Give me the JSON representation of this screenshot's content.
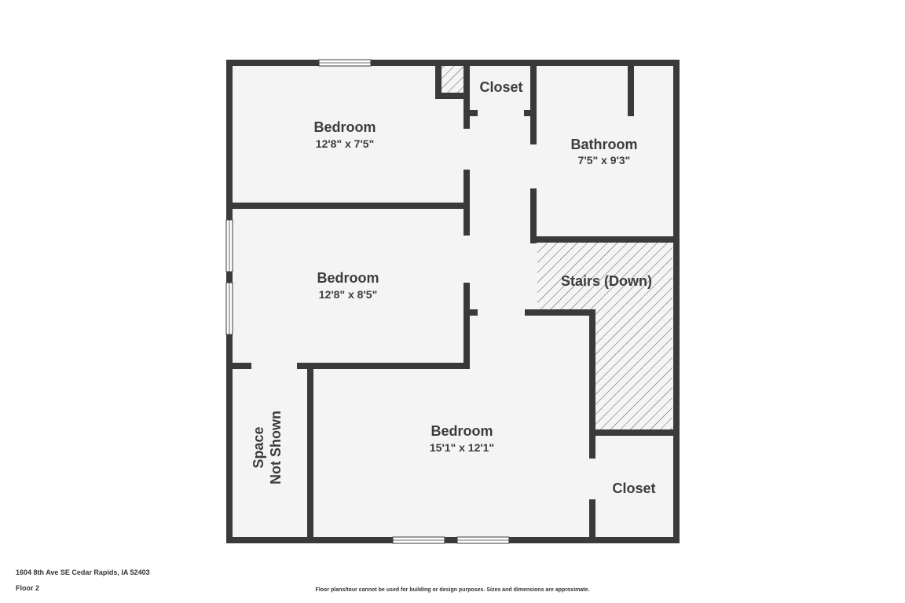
{
  "rooms": {
    "bedroom_1": {
      "name": "Bedroom",
      "dims": "12'8\" x 7'5\""
    },
    "bedroom_2": {
      "name": "Bedroom",
      "dims": "12'8\" x 8'5\""
    },
    "bedroom_3": {
      "name": "Bedroom",
      "dims": "15'1\" x 12'1\""
    },
    "bathroom": {
      "name": "Bathroom",
      "dims": "7'5\" x 9'3\""
    },
    "closet_top": {
      "name": "Closet"
    },
    "closet_bottom": {
      "name": "Closet"
    },
    "stairs": {
      "name": "Stairs (Down)"
    },
    "space_not_shown": {
      "line1": "Space",
      "line2": "Not Shown"
    }
  },
  "footer": {
    "address": "1604 8th Ave SE Cedar Rapids, IA 52403",
    "floor": "Floor 2",
    "disclaimer": "Floor plans/tour cannot be used for building or design purposes. Sizes and dimensions are approximate."
  },
  "colors": {
    "wall": "#3a3a3a",
    "floor": "#f4f4f4",
    "text": "#3c3c3c"
  }
}
